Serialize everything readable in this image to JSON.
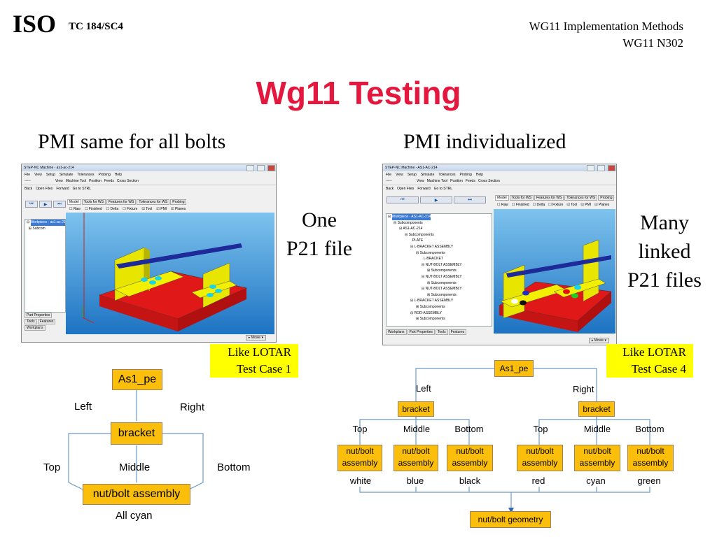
{
  "header": {
    "iso": "ISO",
    "tc": "TC 184/SC4",
    "right_line1": "WG11 Implementation Methods",
    "right_line2": "WG11 N302"
  },
  "title": "Wg11 Testing",
  "left_heading": "PMI same for all bolts",
  "right_heading": "PMI individualized",
  "mid_text": [
    "One",
    "P21 file"
  ],
  "right_text": [
    "Many",
    "linked",
    "P21 files"
  ],
  "lotar_left": [
    "Like LOTAR",
    "Test Case 1"
  ],
  "lotar_right": [
    "Like LOTAR",
    "Test Case 4"
  ],
  "window_left": {
    "title": "STEP-NC Machine - as1-ac-214",
    "menu": [
      "File",
      "View",
      "Setup",
      "Simulate",
      "Tolerances",
      "Probing",
      "Help"
    ],
    "toolbar": [
      "View",
      "Machine Tool",
      "Position",
      "Feeds",
      "Cross Section"
    ],
    "nav": [
      "Back",
      "Open Files",
      "Forward",
      "Go to STRL"
    ],
    "tabs": [
      "Model",
      "Tools for WS",
      "Features for WS",
      "Tolerances for WS",
      "Probing"
    ],
    "checks": [
      "Raw",
      "Finished",
      "Delta",
      "Fixture",
      "Tool",
      "PMI",
      "Planes"
    ],
    "tree": [
      "Workpiece - as1-ac-214",
      "Subcom"
    ],
    "bottom_tabs": [
      "Part Properties",
      "Tools",
      "Features",
      "Workplans"
    ],
    "movie": "Movie"
  },
  "window_right": {
    "title": "STEP-NC Machine - AS1-AC-214",
    "menu": [
      "File",
      "View",
      "Setup",
      "Simulate",
      "Tolerances",
      "Probing",
      "Help"
    ],
    "toolbar": [
      "View",
      "Machine Tool",
      "Position",
      "Feeds",
      "Cross Section"
    ],
    "nav": [
      "Back",
      "Open Files",
      "Forward",
      "Go to STRL"
    ],
    "tabs": [
      "Model",
      "Tools for WS",
      "Features for WS",
      "Tolerances for WS",
      "Probing"
    ],
    "checks": [
      "Raw",
      "Finished",
      "Delta",
      "Fixture",
      "Tool",
      "PMI",
      "Planes"
    ],
    "tree": [
      "Workpiece - AS1-AC-214",
      "Subcomponents",
      "AS1-AC-214",
      "Subcomponents",
      "PLATE",
      "L-BRACKET ASSEMBLY",
      "Subcomponents",
      "L-BRACKET",
      "NUT-BOLT ASSEMBLY",
      "Subcomponents",
      "NUT-BOLT ASSEMBLY",
      "Subcomponents",
      "NUT-BOLT ASSEMBLY",
      "Subcomponents",
      "L-BRACKET ASSEMBLY",
      "Subcomponents",
      "ROD-ASSEMBLY",
      "Subcomponents"
    ],
    "bottom_tabs": [
      "Workplans",
      "Part Properties",
      "Tools",
      "Features"
    ],
    "movie": "Movie"
  },
  "left_tree": {
    "root": "As1_pe",
    "left": "Left",
    "right": "Right",
    "bracket": "bracket",
    "top": "Top",
    "middle": "Middle",
    "bottom": "Bottom",
    "assembly": "nut/bolt assembly",
    "note": "All cyan"
  },
  "right_tree": {
    "root": "As1_pe",
    "left": "Left",
    "right": "Right",
    "bracket_left": "bracket",
    "bracket_right": "bracket",
    "positions": [
      "Top",
      "Middle",
      "Bottom",
      "Top",
      "Middle",
      "Bottom"
    ],
    "assemblies": [
      "nut/bolt assembly",
      "nut/bolt assembly",
      "nut/bolt assembly",
      "nut/bolt assembly",
      "nut/bolt assembly",
      "nut/bolt assembly"
    ],
    "colors": [
      "white",
      "blue",
      "black",
      "red",
      "cyan",
      "green"
    ],
    "geometry": "nut/bolt geometry"
  },
  "palette": {
    "title_red": "#e4173e",
    "node_fill": "#fbbf0b",
    "lotar_fill": "#ffff00",
    "connector": "#6a9bc9"
  }
}
